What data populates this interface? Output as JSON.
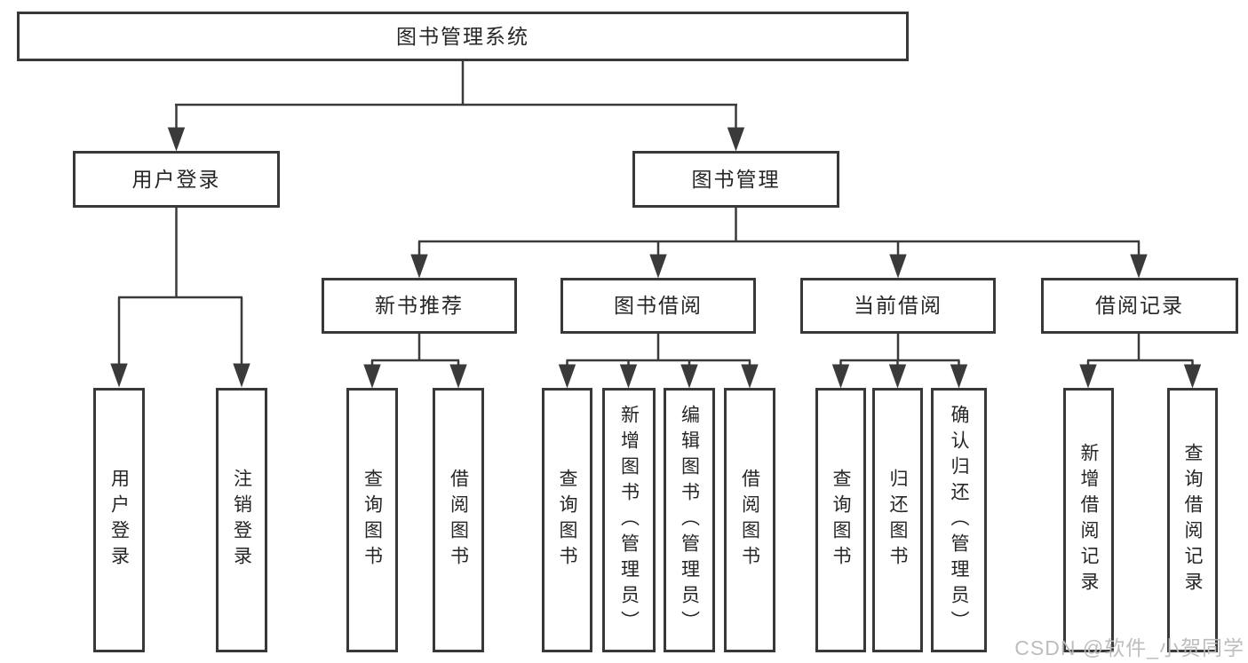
{
  "colors": {
    "line": "#3a3a3a",
    "box_border": "#383838",
    "text": "#262626",
    "watermark": "#b9b9b9",
    "background": "#ffffff"
  },
  "tree": {
    "root": {
      "label": "图书管理系统"
    },
    "branches": [
      {
        "label": "用户登录",
        "children": [
          {
            "label": "用户登录"
          },
          {
            "label": "注销登录"
          }
        ]
      },
      {
        "label": "图书管理",
        "children": [
          {
            "label": "新书推荐",
            "children": [
              {
                "label": "查询图书"
              },
              {
                "label": "借阅图书"
              }
            ]
          },
          {
            "label": "图书借阅",
            "children": [
              {
                "label": "查询图书"
              },
              {
                "label": "新增图书（管理员）"
              },
              {
                "label": "编辑图书（管理员）"
              },
              {
                "label": "借阅图书"
              }
            ]
          },
          {
            "label": "当前借阅",
            "children": [
              {
                "label": "查询图书"
              },
              {
                "label": "归还图书"
              },
              {
                "label": "确认归还（管理员）"
              }
            ]
          },
          {
            "label": "借阅记录",
            "children": [
              {
                "label": "新增借阅记录"
              },
              {
                "label": "查询借阅记录"
              }
            ]
          }
        ]
      }
    ]
  },
  "watermark": {
    "text": "CSDN @软件_小贺同学"
  }
}
